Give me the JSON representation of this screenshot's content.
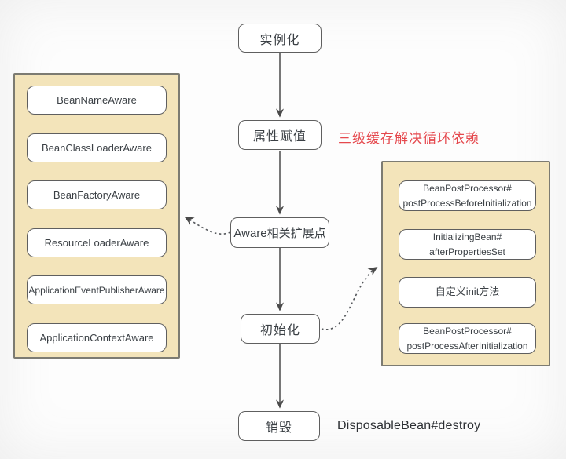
{
  "colors": {
    "canvas-bg": "#fdfdfd",
    "panel-fill": "#f3e4ba",
    "panel-border": "#7c7b72",
    "node-fill": "#ffffff",
    "node-border": "#5f5f5f",
    "text": "#3b4045",
    "red": "#e5484d",
    "arrow": "#4a4a4a"
  },
  "flow": {
    "nodes": [
      {
        "id": "instantiate",
        "label": "实例化"
      },
      {
        "id": "populate-properties",
        "label": "属性赋值"
      },
      {
        "id": "aware-extension",
        "label": "Aware相关扩展点"
      },
      {
        "id": "initialize",
        "label": "初始化"
      },
      {
        "id": "destroy",
        "label": "销毁"
      }
    ],
    "annotations": [
      {
        "id": "circular-dependency-note",
        "text": "三级缓存解决循环依赖"
      },
      {
        "id": "destroy-method-note",
        "text": "DisposableBean#destroy"
      }
    ]
  },
  "left_panel": {
    "items": [
      "BeanNameAware",
      "BeanClassLoaderAware",
      "BeanFactoryAware",
      "ResourceLoaderAware",
      "ApplicationEventPublisherAware",
      "ApplicationContextAware"
    ]
  },
  "right_panel": {
    "items": [
      {
        "line1": "BeanPostProcessor#",
        "line2": "postProcessBeforeInitialization"
      },
      {
        "line1": "InitializingBean#",
        "line2": "afterPropertiesSet"
      },
      {
        "line1": "自定义init方法",
        "line2": ""
      },
      {
        "line1": "BeanPostProcessor#",
        "line2": "postProcessAfterInitialization"
      }
    ]
  }
}
